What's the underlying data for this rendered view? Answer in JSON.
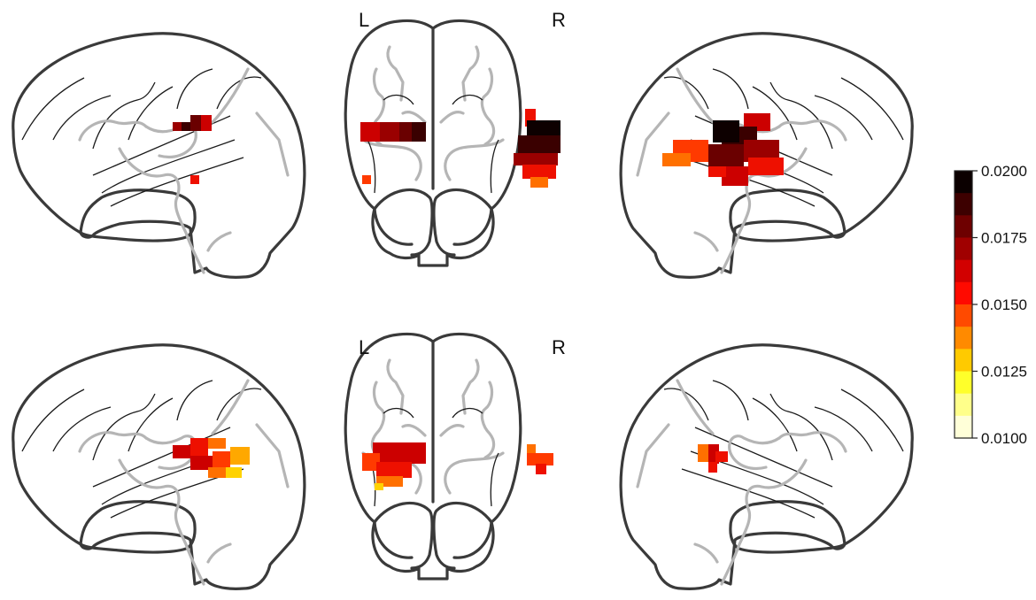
{
  "panels": [
    {
      "id": "top",
      "coronal_left_label": "L",
      "coronal_right_label": "R"
    },
    {
      "id": "bottom",
      "coronal_left_label": "L",
      "coronal_right_label": "R"
    }
  ],
  "colorbar": {
    "ticks": [
      "0.0200",
      "0.0175",
      "0.0150",
      "0.0125",
      "0.0100"
    ],
    "vmin": 0.01,
    "vmax": 0.02,
    "colors_top_to_bottom": [
      "#0b0000",
      "#3d0000",
      "#6e0000",
      "#a00000",
      "#d20000",
      "#ff0a00",
      "#ff4a00",
      "#ff8a00",
      "#ffca00",
      "#ffff2a",
      "#ffff8a",
      "#ffffd8"
    ]
  },
  "heat_colors": {
    "c1": "#0d0000",
    "c2": "#3a0000",
    "c3": "#6a0000",
    "c4": "#9a0000",
    "c5": "#cc0000",
    "c6": "#ee1000",
    "c7": "#ff3a00",
    "c8": "#ff7000",
    "c9": "#ffa800",
    "c10": "#ffd200"
  }
}
